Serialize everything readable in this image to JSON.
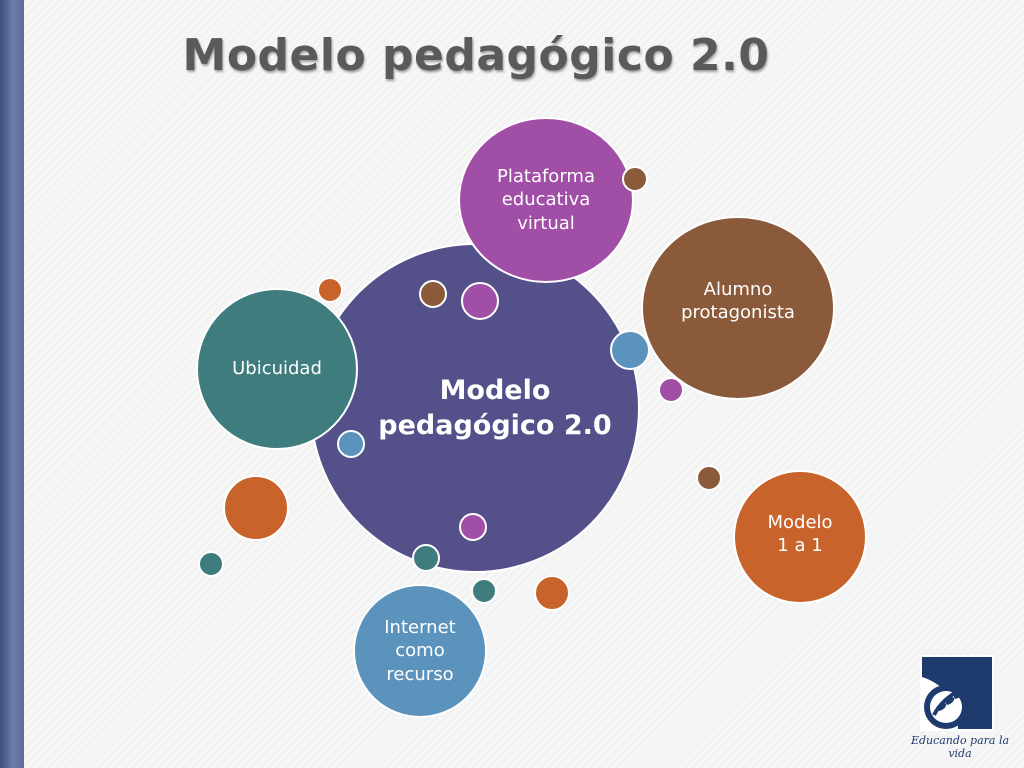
{
  "slide": {
    "title": "Modelo pedagógico 2.0",
    "footer_tagline": "Educando para la vida"
  },
  "diagram": {
    "center": {
      "label": "Modelo pedagógico 2.0",
      "color": "#54518a"
    },
    "nodes": [
      {
        "id": "plataforma",
        "label": "Plataforma educativa virtual",
        "color": "#a04ea6"
      },
      {
        "id": "alumno",
        "label": "Alumno protagonista",
        "color": "#8a5a3b"
      },
      {
        "id": "ubicuidad",
        "label": "Ubicuidad",
        "color": "#3f7c7e"
      },
      {
        "id": "modelo-1a1",
        "label": "Modelo 1 a 1",
        "color": "#c8642b"
      },
      {
        "id": "internet",
        "label": "Internet como recurso",
        "color": "#5b93bc"
      }
    ]
  },
  "icons": {
    "logo": "educando-logo-icon"
  },
  "colors": {
    "accent_orange": "#c8642b",
    "accent_teal": "#3f7c7e",
    "accent_brown": "#8a5a3b",
    "accent_purple": "#a04ea6",
    "accent_blue": "#5b93bc",
    "logo_blue": "#1f3b6e"
  }
}
